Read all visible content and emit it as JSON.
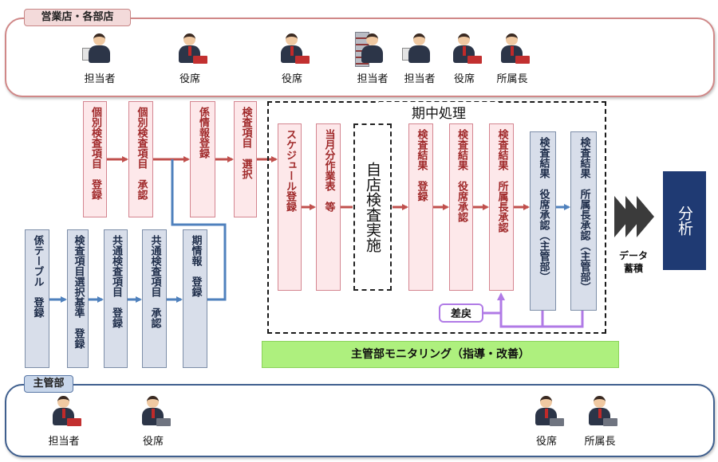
{
  "groups": {
    "branch": {
      "title": "営業店・各部店"
    },
    "hq": {
      "title": "主管部"
    }
  },
  "branch_people": [
    {
      "role": "担当者",
      "icon": "clerk-at-computer-icon"
    },
    {
      "role": "役席",
      "icon": "manager-with-laptop-icon"
    },
    {
      "role": "役席",
      "icon": "manager-with-laptop-icon"
    },
    {
      "role": "担当者",
      "icon": "clerk-at-file-shelf-icon"
    },
    {
      "role": "担当者",
      "icon": "clerk-at-computer-icon"
    },
    {
      "role": "役席",
      "icon": "manager-with-laptop-icon"
    },
    {
      "role": "所属長",
      "icon": "director-with-laptop-icon"
    }
  ],
  "hq_people": [
    {
      "role": "担当者",
      "icon": "clerk-with-laptop-icon"
    },
    {
      "role": "役席",
      "icon": "manager-with-laptop-icon"
    },
    {
      "role": "役席",
      "icon": "manager-with-laptop-icon"
    },
    {
      "role": "所属長",
      "icon": "director-with-laptop-icon"
    }
  ],
  "branch_steps": [
    "個別検査項目　登録",
    "個別検査項目　承認",
    "係情報登録",
    "検査項目　選択"
  ],
  "hq_steps": [
    "係テーブル　登録",
    "検査項目選択基準　登録",
    "共通検査項目　登録",
    "共通検査項目　承認",
    "期情報　登録"
  ],
  "period": {
    "title": "期中処理",
    "steps": [
      "スケジュール登録",
      "当月分作業表　等",
      "自店検査実施",
      "検査結果　登録",
      "検査結果　役席承認",
      "検査結果　所属長承認",
      "検査結果　役席承認（主管部）",
      "検査結果　所属長承認（主管部）"
    ],
    "sendback": "差戻"
  },
  "monitoring": "主管部モニタリング（指導・改善）",
  "accumulation": [
    "データ",
    "蓄積"
  ],
  "analysis": "分析",
  "colors": {
    "branch_border": "#d08888",
    "hq_border": "#3f5f8e",
    "pink_step": "#fde8ea",
    "blue_step": "#d8deea",
    "red_arrow": "#c0504d",
    "blue_arrow": "#4f81bd",
    "sendback_line": "#b07ae6",
    "monitoring_band": "#aef07e",
    "analysis_box": "#1f3a73"
  }
}
